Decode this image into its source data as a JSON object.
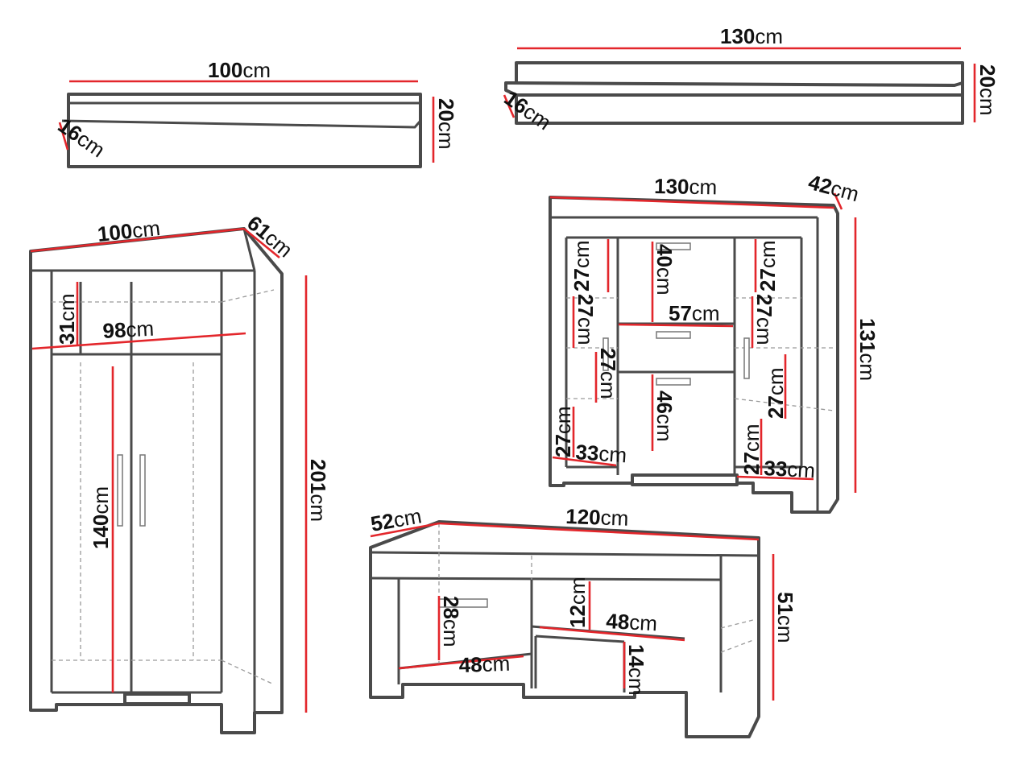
{
  "colors": {
    "outline": "#4a4a4a",
    "dimension": "#e3262b",
    "text": "#111111"
  },
  "shelf_small": {
    "width": {
      "num": "100",
      "unit": "cm"
    },
    "height": {
      "num": "20",
      "unit": "cm"
    },
    "depth": {
      "num": "16",
      "unit": "cm"
    }
  },
  "shelf_large": {
    "width": {
      "num": "130",
      "unit": "cm"
    },
    "height": {
      "num": "20",
      "unit": "cm"
    },
    "depth": {
      "num": "16",
      "unit": "cm"
    }
  },
  "wardrobe": {
    "width": {
      "num": "100",
      "unit": "cm"
    },
    "depth": {
      "num": "61",
      "unit": "cm"
    },
    "top_compartment": {
      "num": "31",
      "unit": "cm"
    },
    "inner_width": {
      "num": "98",
      "unit": "cm"
    },
    "door_height": {
      "num": "140",
      "unit": "cm"
    },
    "height": {
      "num": "201",
      "unit": "cm"
    }
  },
  "display_cabinet": {
    "width": {
      "num": "130",
      "unit": "cm"
    },
    "depth": {
      "num": "42",
      "unit": "cm"
    },
    "height": {
      "num": "131",
      "unit": "cm"
    },
    "left_shelf_1": {
      "num": "27",
      "unit": "cm"
    },
    "left_shelf_2": {
      "num": "27",
      "unit": "cm"
    },
    "left_shelf_3": {
      "num": "27",
      "unit": "cm"
    },
    "left_shelf_4": {
      "num": "27",
      "unit": "cm"
    },
    "left_shelf_width": {
      "num": "33",
      "unit": "cm"
    },
    "center_top": {
      "num": "40",
      "unit": "cm"
    },
    "center_width": {
      "num": "57",
      "unit": "cm"
    },
    "center_bottom": {
      "num": "46",
      "unit": "cm"
    },
    "right_shelf_1": {
      "num": "27",
      "unit": "cm"
    },
    "right_shelf_2": {
      "num": "27",
      "unit": "cm"
    },
    "right_shelf_3": {
      "num": "27",
      "unit": "cm"
    },
    "right_shelf_4": {
      "num": "27",
      "unit": "cm"
    },
    "right_shelf_width": {
      "num": "33",
      "unit": "cm"
    }
  },
  "tv_stand": {
    "depth": {
      "num": "52",
      "unit": "cm"
    },
    "width": {
      "num": "120",
      "unit": "cm"
    },
    "height": {
      "num": "51",
      "unit": "cm"
    },
    "left_height": {
      "num": "28",
      "unit": "cm"
    },
    "left_width": {
      "num": "48",
      "unit": "cm"
    },
    "shelf_height": {
      "num": "12",
      "unit": "cm"
    },
    "shelf_width": {
      "num": "48",
      "unit": "cm"
    },
    "drawer_height": {
      "num": "14",
      "unit": "cm"
    }
  }
}
